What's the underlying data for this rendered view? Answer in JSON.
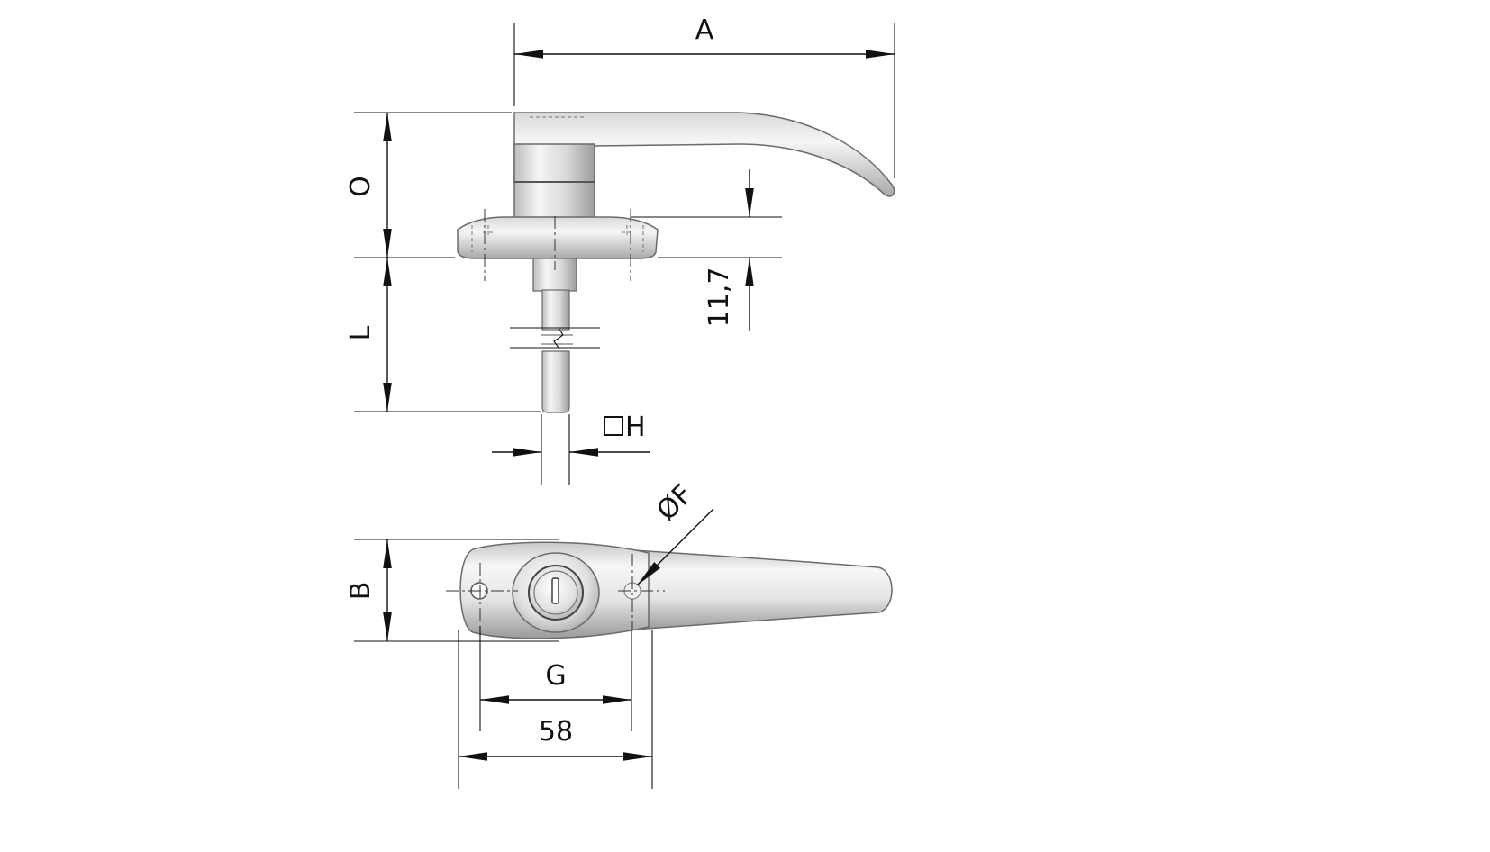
{
  "labels": {
    "A": "A",
    "O": "O",
    "L": "L",
    "dim_11_7": "11,7",
    "H": "H",
    "F": "ØF",
    "B": "B",
    "G": "G",
    "dim_58": "58"
  },
  "colors": {
    "line": "#111111",
    "metal_light": "#f4f4f4",
    "metal_mid": "#d2d2d2",
    "metal_dark": "#9a9a9a",
    "edge": "#6b6b6b"
  }
}
